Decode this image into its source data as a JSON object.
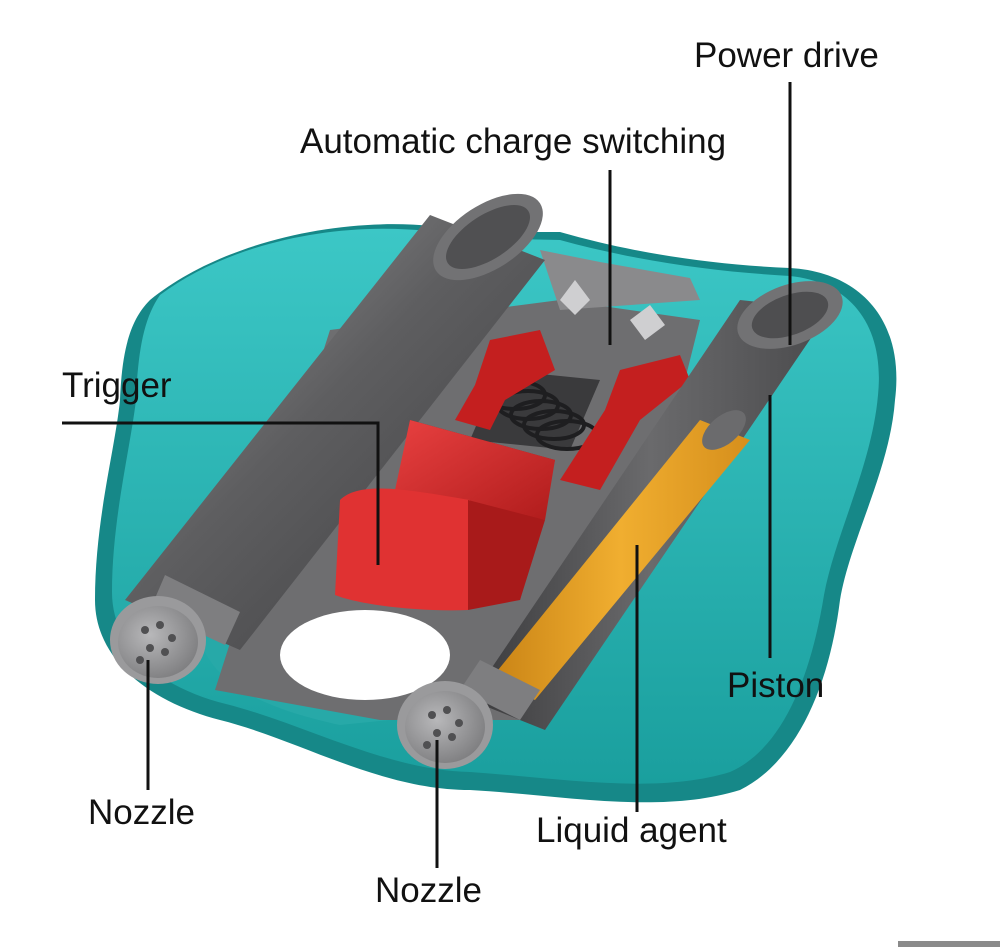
{
  "labels": {
    "power_drive": "Power drive",
    "automatic_charge_switching": "Automatic charge switching",
    "trigger": "Trigger",
    "piston": "Piston",
    "nozzle_left": "Nozzle",
    "liquid_agent": "Liquid agent",
    "nozzle_center": "Nozzle"
  },
  "colors": {
    "housing": "#2bb5b5",
    "housing_dark": "#16807f",
    "cylinder": "#5a5a5c",
    "cylinder_light": "#8c8c8e",
    "trigger": "#d42a2a",
    "trigger_dark": "#9c1616",
    "liquid_agent": "#e9a228",
    "leader_line": "#111111"
  }
}
